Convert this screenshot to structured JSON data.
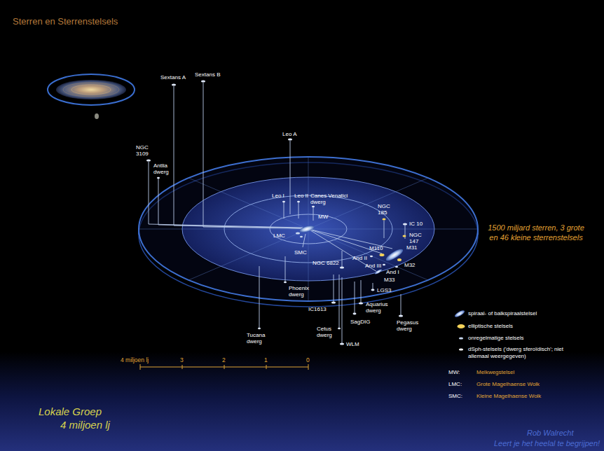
{
  "diagram": {
    "title": "Sterren en Sterrenstelsels",
    "labels": [
      "Sextans A",
      "Sextans B",
      "NGC 3109",
      "Antlia dwerg",
      "Leo A",
      "Leo I",
      "Leo II",
      "Canes Venatici dwerg",
      "MW",
      "LMC",
      "SMC",
      "NGC 185",
      "IC 10",
      "NGC 147",
      "M110",
      "M31",
      "And II",
      "And III",
      "M32",
      "And I",
      "NGC 6822",
      "M33",
      "LGS3",
      "Phoenix dwerg",
      "IC1613",
      "Aquarius dwerg",
      "SagDIG",
      "Pegasus dwerg",
      "Cetus dwerg",
      "WLM",
      "Tucana dwerg",
      "1500 miljard sterren, 3 grote en 46 kleine sterrenstelsels",
      "4 miljoen lj",
      "3",
      "2",
      "1",
      "0",
      "MW:",
      "Melkwegstelsel",
      "LMC:",
      "Grote Magelhaense Wolk",
      "SMC:",
      "Kleine Magelhaense Wolk",
      "Lokale Groep",
      "4 miljoen lj",
      "Rob Walrecht",
      "Leert je het heelal te begrijpen!"
    ],
    "legend": [
      {
        "text": "spiraal- of balkspiraalstelsel"
      },
      {
        "text": "elliptische stelsels",
        "color": "#f4d35a"
      },
      {
        "text": "onregelmatige stelsels",
        "color": "#c8d8f0"
      },
      {
        "text": "dSph-stelsels ('dwerg sferoïdisch'; niet allemaal weergegeven)",
        "color": "#ffffff"
      }
    ]
  }
}
